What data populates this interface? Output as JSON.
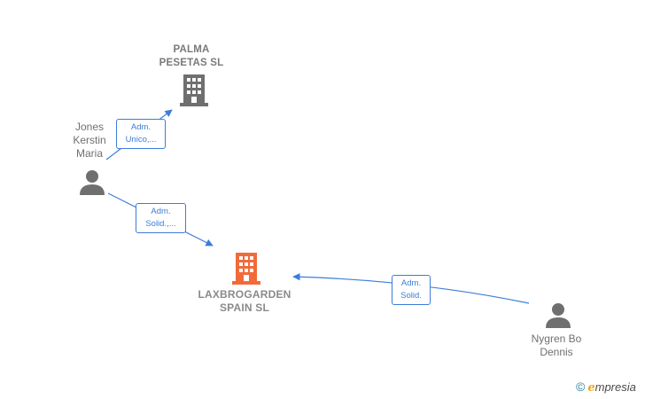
{
  "nodes": {
    "palma": {
      "type": "company",
      "label_lines": [
        "PALMA",
        "PESETAS  SL"
      ],
      "color": "#6f6f6f"
    },
    "laxbro": {
      "type": "company",
      "label_lines": [
        "LAXBROGARDEN",
        "SPAIN  SL"
      ],
      "color": "#f26a3a"
    },
    "jones": {
      "type": "person",
      "label_lines": [
        "Jones",
        "Kerstin",
        "Maria"
      ],
      "color": "#6f6f6f"
    },
    "nygren": {
      "type": "person",
      "label_lines": [
        "Nygren Bo",
        "Dennis"
      ],
      "color": "#6f6f6f"
    }
  },
  "edges": [
    {
      "from": "jones",
      "to": "palma",
      "badge_lines": [
        "Adm.",
        "Unico,..."
      ]
    },
    {
      "from": "jones",
      "to": "laxbro",
      "badge_lines": [
        "Adm.",
        "Solid.,..."
      ]
    },
    {
      "from": "nygren",
      "to": "laxbro",
      "badge_lines": [
        "Adm.",
        "Solid."
      ]
    }
  ],
  "edge_color": "#3b7dd8",
  "brand": {
    "copyright": "©",
    "e": "e",
    "rest": "mpresia"
  }
}
